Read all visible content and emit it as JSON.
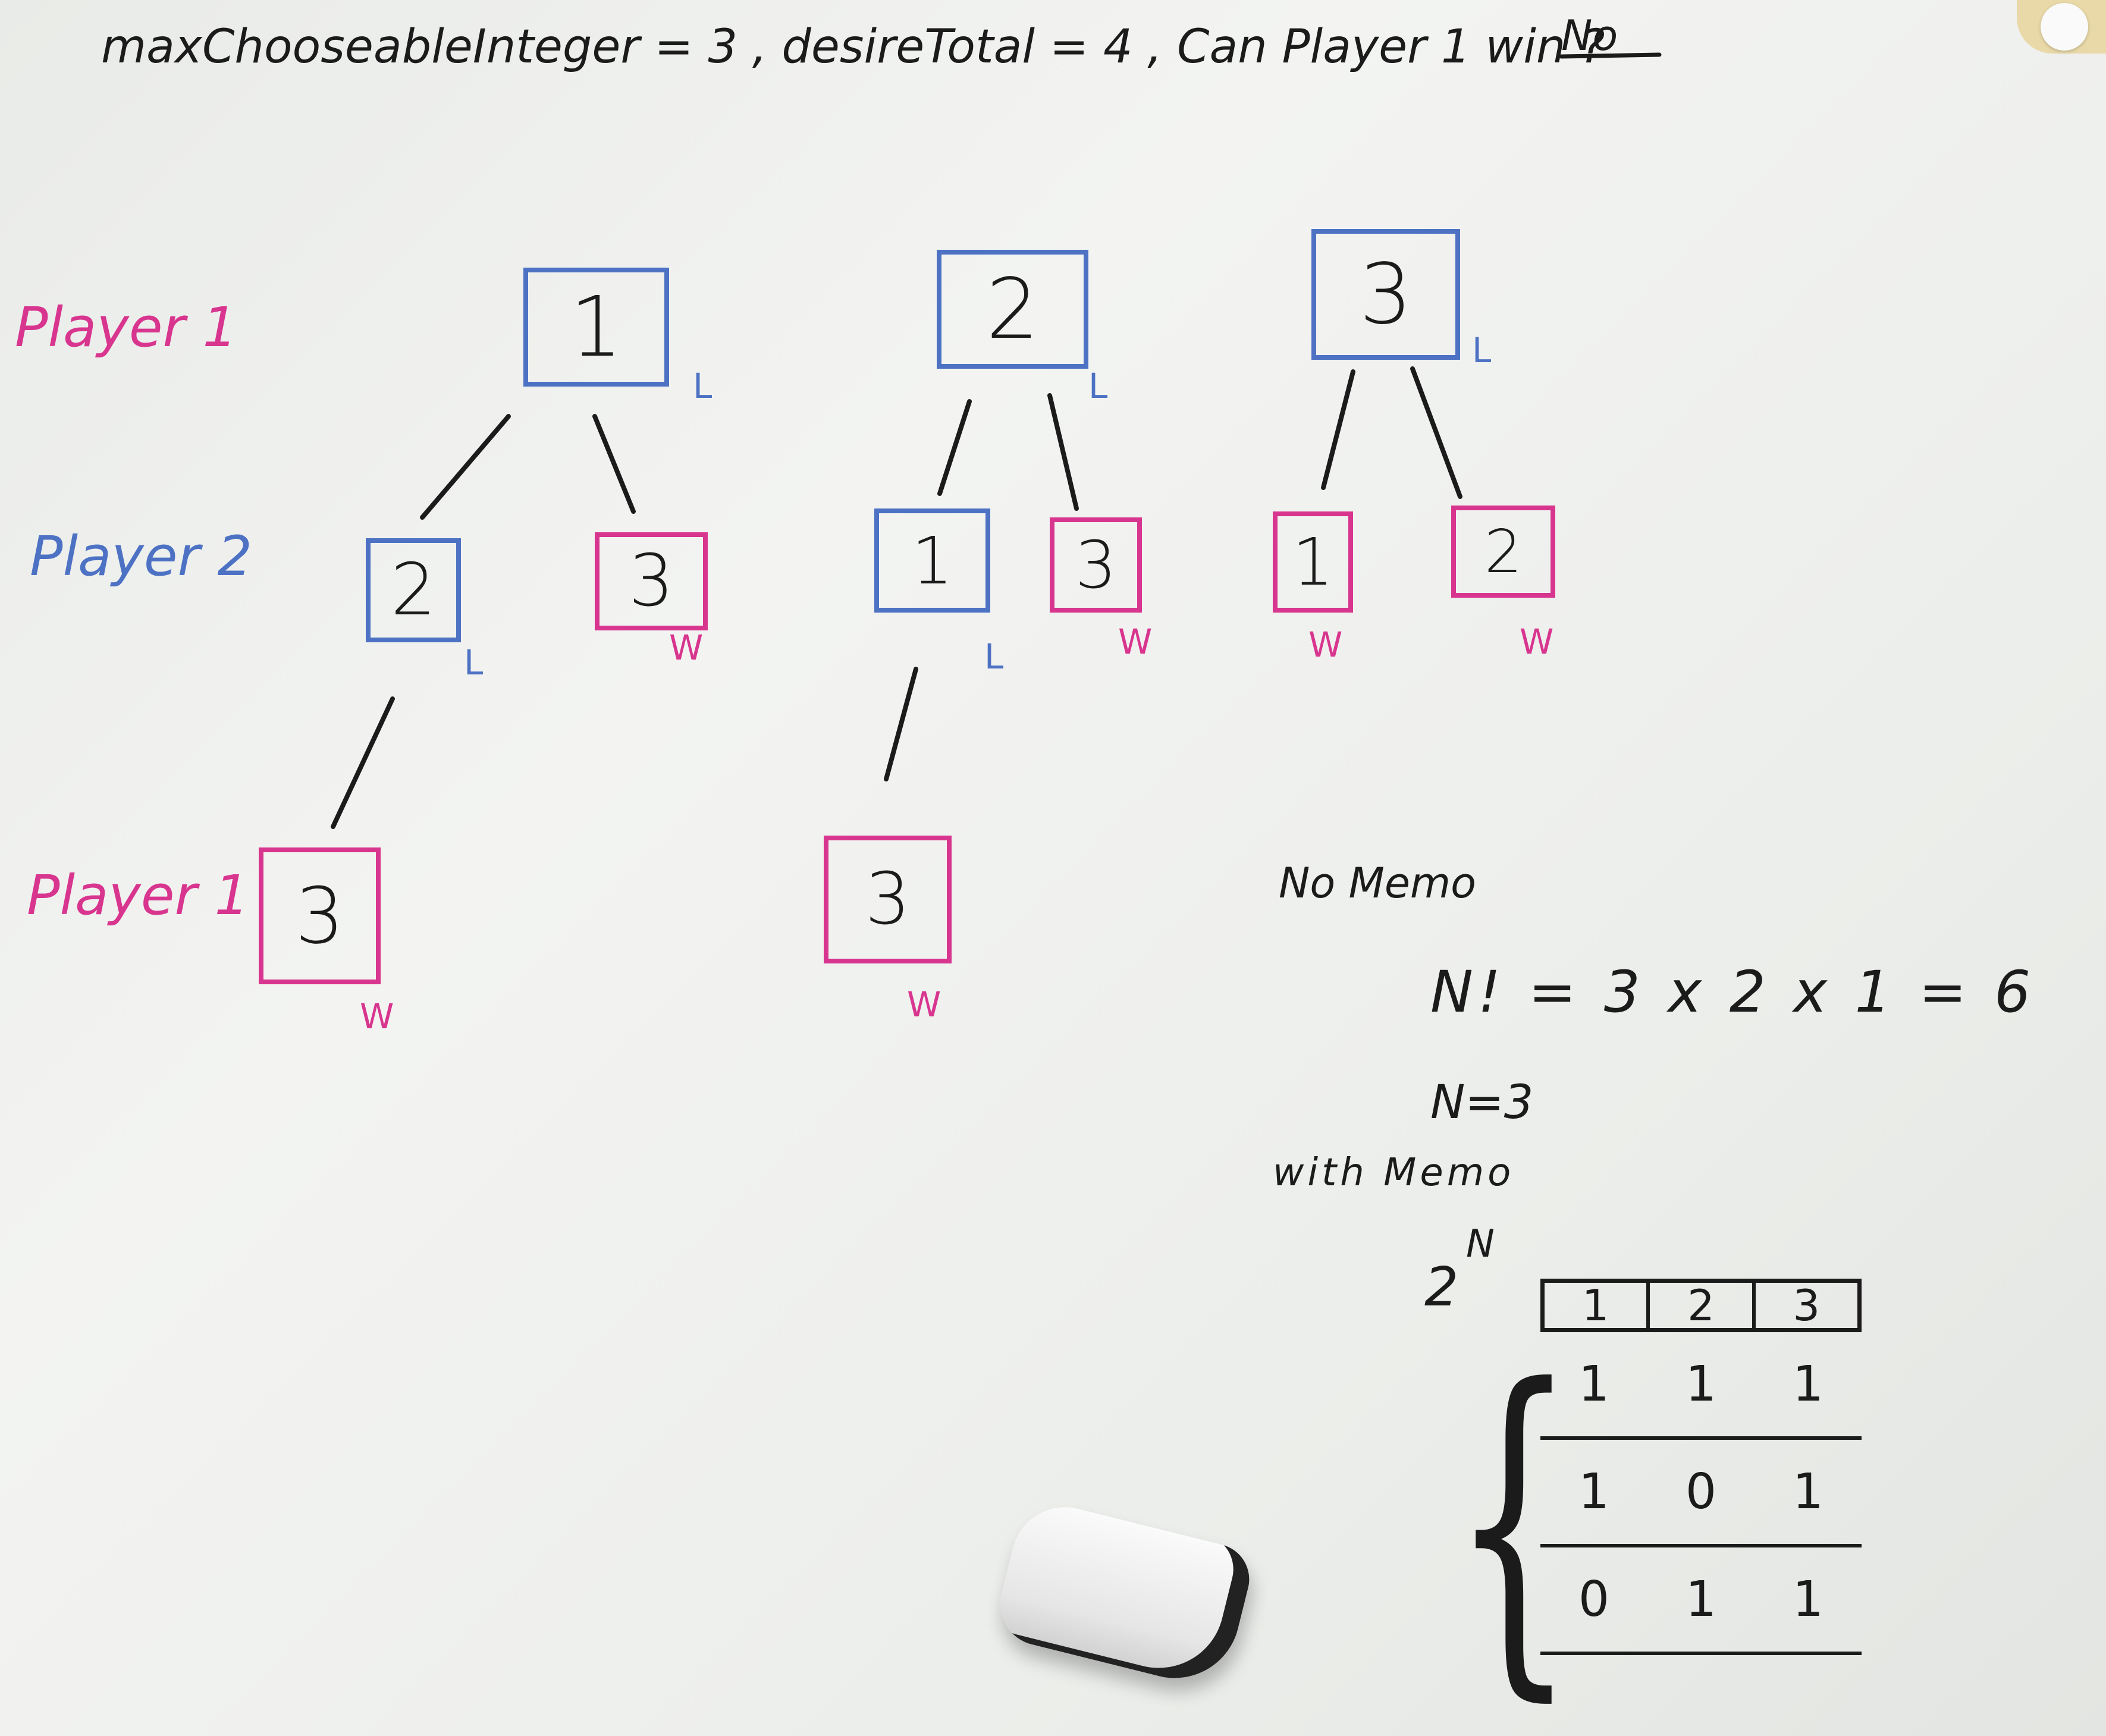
{
  "header": {
    "text": "maxChooseableInteger = 3 , desireTotal = 4 , Can Player 1 win ?",
    "answer": "No"
  },
  "row_labels": {
    "level1": "Player 1",
    "level2": "Player 2",
    "level3": "Player 1"
  },
  "tree": {
    "root1": {
      "value": "1",
      "mark": "L"
    },
    "root1_c1": {
      "value": "2",
      "mark": "L"
    },
    "root1_c2": {
      "value": "3",
      "mark": "W"
    },
    "root1_c1_c1": {
      "value": "3",
      "mark": "W"
    },
    "root2": {
      "value": "2",
      "mark": "L"
    },
    "root2_c1": {
      "value": "1",
      "mark": "L"
    },
    "root2_c2": {
      "value": "3",
      "mark": "W"
    },
    "root2_c1_c1": {
      "value": "3",
      "mark": "W"
    },
    "root3": {
      "value": "3",
      "mark": "L"
    },
    "root3_c1": {
      "value": "1",
      "mark": "W"
    },
    "root3_c2": {
      "value": "2",
      "mark": "W"
    }
  },
  "notes": {
    "no_memo": "No Memo",
    "factorial": "N! = 3 x 2 x 1 = 6",
    "n_value": "N=3",
    "with_memo": "with Memo",
    "power_base": "2",
    "power_exp": "N"
  },
  "memo_table": {
    "headers": [
      "1",
      "2",
      "3"
    ],
    "rows": [
      [
        "1",
        "1",
        "1"
      ],
      [
        "1",
        "0",
        "1"
      ],
      [
        "0",
        "1",
        "1"
      ]
    ]
  },
  "colors": {
    "player1_marker": "#d8358f",
    "player2_marker": "#4d72c4",
    "text_marker": "#1b1b1b",
    "board": "#eef0ed"
  }
}
